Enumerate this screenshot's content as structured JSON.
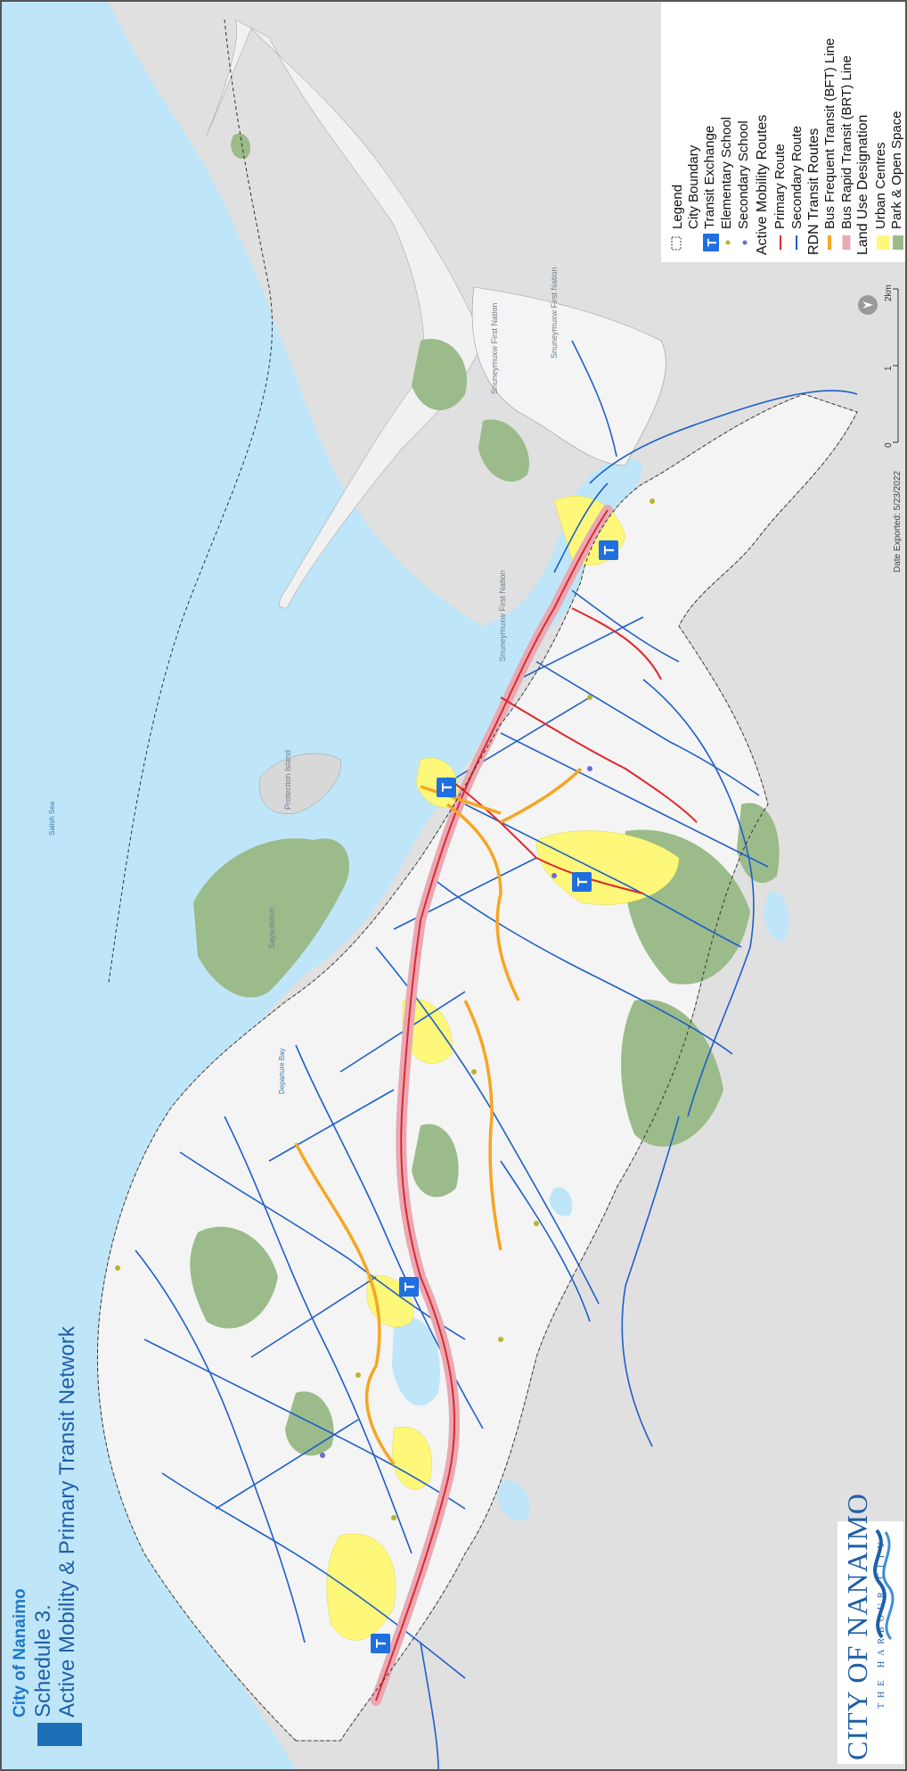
{
  "title": {
    "org": "City of Nanaimo",
    "schedule": "Schedule 3.",
    "name": "Active Mobility & Primary Transit Network"
  },
  "legend": {
    "heading": "Legend",
    "items": [
      {
        "key": "city_boundary",
        "label": "City Boundary"
      },
      {
        "key": "transit_exchange",
        "label": "Transit Exchange"
      },
      {
        "key": "elementary_school",
        "label": "Elementary School"
      },
      {
        "key": "secondary_school",
        "label": "Secondary School"
      },
      {
        "key": "active_mobility_heading",
        "label": "Active Mobility Routes"
      },
      {
        "key": "primary_route",
        "label": "Primary Route"
      },
      {
        "key": "secondary_route",
        "label": "Secondary Route"
      },
      {
        "key": "rdn_heading",
        "label": "RDN Transit Routes"
      },
      {
        "key": "bft_line",
        "label": "Bus Frequent Transit (BFT) Line"
      },
      {
        "key": "brt_line",
        "label": "Bus Rapid Transit (BRT) Line"
      },
      {
        "key": "land_use_heading",
        "label": "Land Use Designation"
      },
      {
        "key": "urban_centres",
        "label": "Urban Centres"
      },
      {
        "key": "park_open_space",
        "label": "Park & Open Space"
      }
    ]
  },
  "transit_exchange_glyph": "T",
  "scale": {
    "zero": "0",
    "one": "1",
    "two": "2km"
  },
  "date_exported": "Date Exported: 5/23/2022",
  "place_labels": {
    "salish_sea": "Salish Sea",
    "departure_bay": "Departure Bay",
    "saysutshun": "Saysutshun",
    "protection_island": "Protection Island",
    "snuneymuxw_1": "Snuneymuxw First Nation",
    "snuneymuxw_2": "Snuneymuxw First Nation",
    "snuneymuxw_3": "Snuneymuxw First Nation"
  },
  "logo": {
    "main": "CITY OF NANAIMO",
    "sub": "THE HARBOUR CITY"
  },
  "colors": {
    "water": "#bfe6f8",
    "land": "#e0e0e0",
    "city": "#f4f4f4",
    "park": "#9bbb8a",
    "urban_centre": "#fdf77a",
    "primary_route": "#e0282e",
    "secondary_route": "#1f5fc9",
    "bft": "#f5a623",
    "brt": "#e8a9b4",
    "transit_exchange": "#1f6fe0",
    "elementary_school": "#b5b52a",
    "secondary_school": "#6b6bd6"
  },
  "icons": [
    "north-arrow-icon",
    "transit-exchange-icon",
    "school-dot-icon"
  ]
}
